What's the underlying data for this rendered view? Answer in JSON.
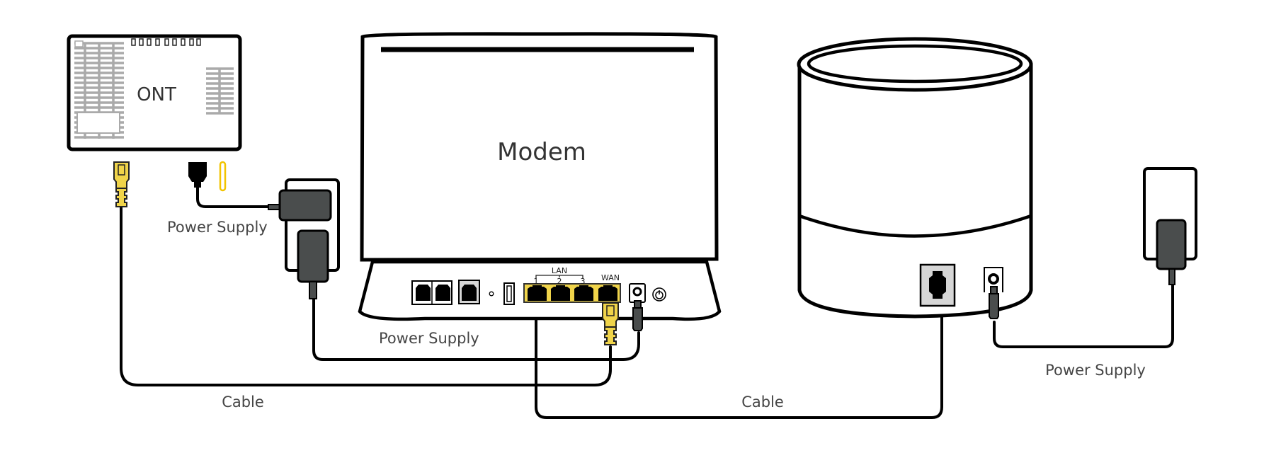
{
  "devices": {
    "ont": {
      "label": "ONT"
    },
    "modem": {
      "label": "Modem",
      "port_group_label": "LAN",
      "lan_ports": [
        "1",
        "2",
        "3"
      ],
      "wan_label": "WAN"
    },
    "extender": {
      "label": ""
    }
  },
  "labels": {
    "ont_power_supply": "Power Supply",
    "modem_power_supply": "Power Supply",
    "extender_power_supply": "Power Supply",
    "ont_to_modem_cable": "Cable",
    "modem_to_extender_cable": "Cable"
  },
  "colors": {
    "ethernet_connector": "#f0d44a",
    "adapter": "#4a4d4d",
    "port_panel": "#d6d6d6",
    "text": "#454545",
    "line": "#000000"
  }
}
